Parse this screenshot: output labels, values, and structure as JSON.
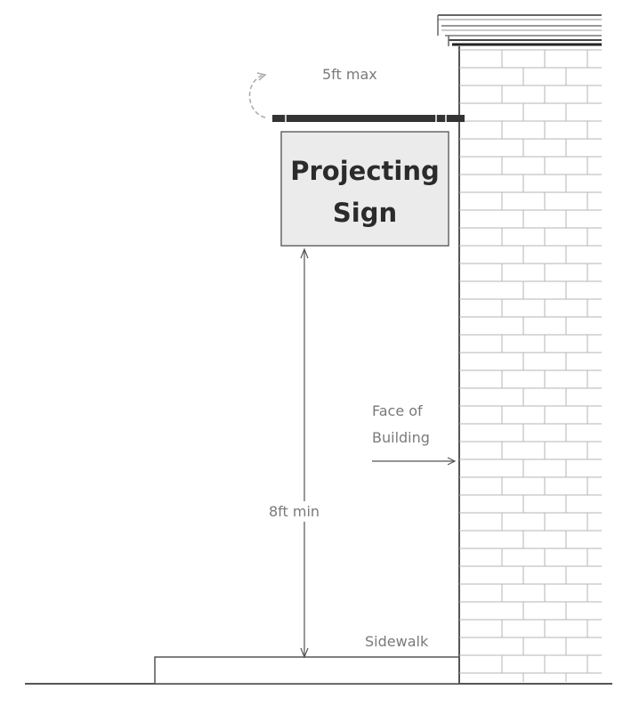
{
  "sign": {
    "line1": "Projecting",
    "line2": "Sign"
  },
  "dimensions": {
    "projection": "5ft max",
    "clearance": "8ft min"
  },
  "labels": {
    "face_line1": "Face of",
    "face_line2": "Building",
    "sidewalk": "Sidewalk"
  },
  "colors": {
    "line": "#5a5a5a",
    "sign_fill": "#ebebeb",
    "text": "#7a7a7a",
    "sign_text": "#2b2b2b",
    "bracket": "#333333"
  }
}
